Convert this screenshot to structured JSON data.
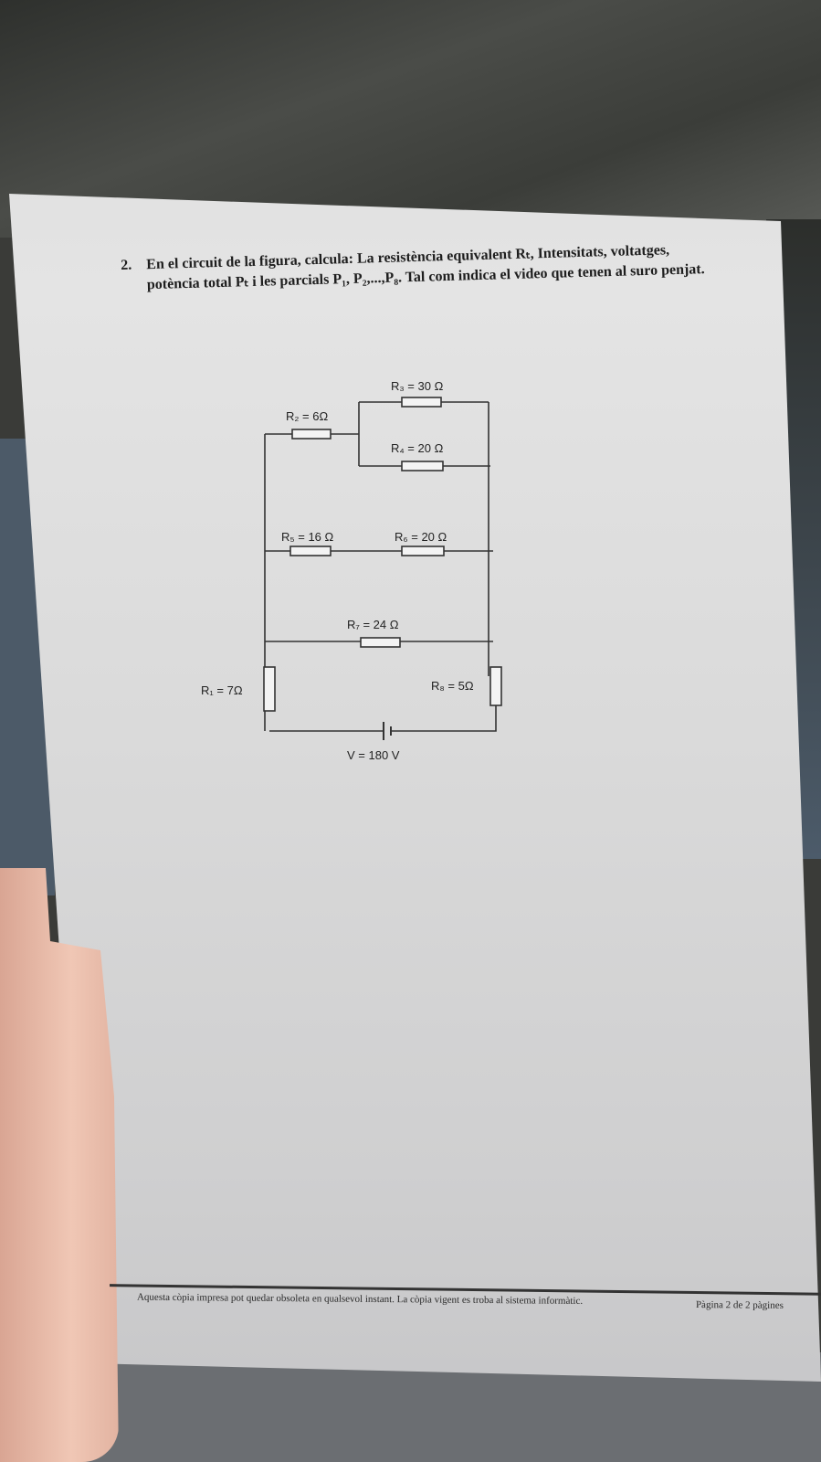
{
  "question": {
    "number": "2.",
    "text": "En el circuit de la figura, calcula: La resistència equivalent Rₜ, Intensitats, voltatges, potència total Pₜ i les parcials P₁, P₂,...,P₈. Tal com indica el video que tenen al suro penjat."
  },
  "circuit": {
    "R1": "R₁ = 7Ω",
    "R2": "R₂ = 6Ω",
    "R3": "R₃ = 30 Ω",
    "R4": "R₄ = 20 Ω",
    "R5": "R₅ = 16 Ω",
    "R6": "R₆ = 20 Ω",
    "R7": "R₇ = 24 Ω",
    "R8": "R₈ = 5Ω",
    "V": "V = 180 V"
  },
  "footer": {
    "notice": "Aquesta còpia impresa pot quedar obsoleta en qualsevol instant. La còpia vigent es troba al sistema informàtic.",
    "page": "Pàgina 2 de 2 pàgines"
  }
}
